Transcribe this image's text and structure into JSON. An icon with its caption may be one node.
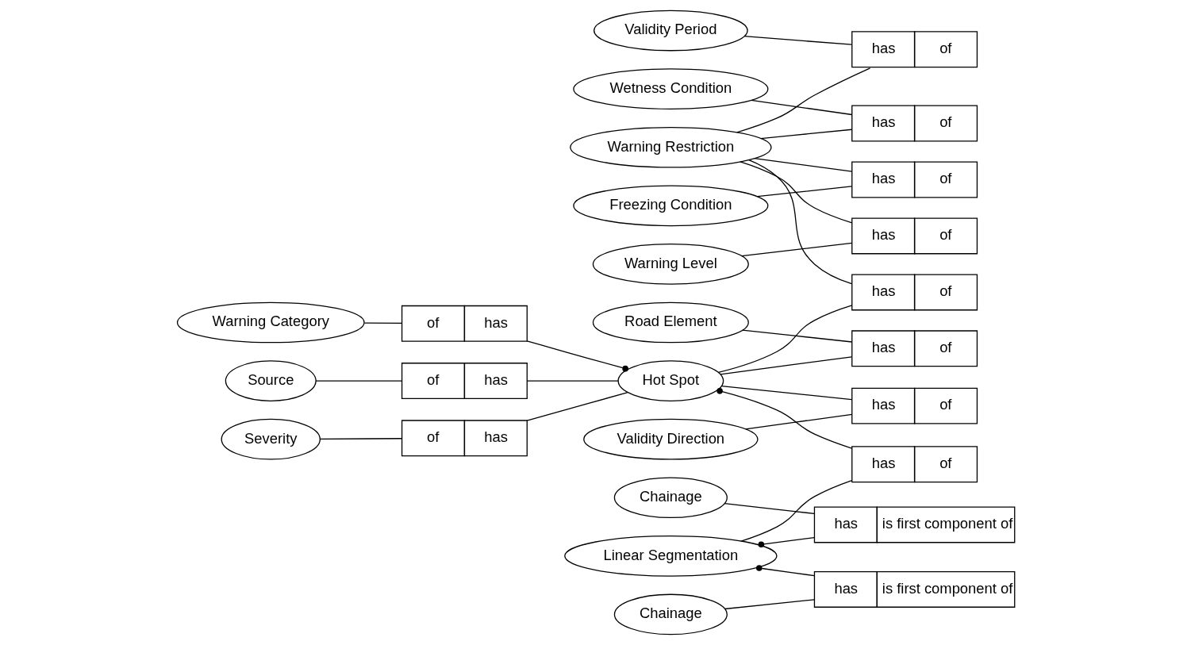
{
  "diagram": {
    "nodes": [
      {
        "text": [
          "Road Element"
        ]
      },
      {
        "text": [
          "Warning Category"
        ]
      },
      {
        "text": [
          "of",
          "has"
        ]
      },
      {
        "text": [
          "has",
          "of"
        ]
      },
      {
        "text": [
          "has",
          "of"
        ]
      },
      {
        "text": [
          "Warning Restriction"
        ]
      },
      {
        "text": [
          "has",
          "of"
        ]
      },
      {
        "text": [
          "Validity Period"
        ]
      },
      {
        "text": [
          "has",
          "of"
        ]
      },
      {
        "text": [
          "Wetness Condition"
        ]
      },
      {
        "text": [
          "has",
          "of"
        ]
      },
      {
        "text": [
          "Freezing Condition"
        ]
      },
      {
        "text": [
          "has",
          "of"
        ]
      },
      {
        "text": [
          "Warning Level"
        ]
      },
      {
        "text": [
          "Source"
        ]
      },
      {
        "text": [
          "of",
          "has"
        ]
      },
      {
        "text": [
          "Hot Spot"
        ]
      },
      {
        "text": [
          "has",
          "of"
        ]
      },
      {
        "text": [
          "Validity Direction"
        ]
      },
      {
        "text": [
          "Severity"
        ]
      },
      {
        "text": [
          "of",
          "has"
        ]
      },
      {
        "text": [
          "has",
          "of"
        ]
      },
      {
        "text": [
          "Linear Segmentation"
        ]
      },
      {
        "text": [
          "has",
          "is first component of"
        ]
      },
      {
        "text": [
          "Chainage"
        ]
      },
      {
        "text": [
          "has",
          "is first component of"
        ]
      },
      {
        "text": [
          "Chainage"
        ]
      }
    ],
    "edges": [
      {
        "from": 1,
        "to": 2,
        "arrow": "none"
      },
      {
        "from": 16,
        "to": 2,
        "arrow": "other"
      },
      {
        "from": 0,
        "to": 3,
        "arrow": "none"
      },
      {
        "from": 16,
        "to": 3,
        "arrow": "none"
      },
      {
        "from": 16,
        "to": 4,
        "arrow": "none"
      },
      {
        "from": 5,
        "to": 4,
        "arrow": "none"
      },
      {
        "from": 5,
        "to": 6,
        "arrow": "none"
      },
      {
        "from": 7,
        "to": 6,
        "arrow": "none"
      },
      {
        "from": 5,
        "to": 8,
        "arrow": "none"
      },
      {
        "from": 9,
        "to": 8,
        "arrow": "none"
      },
      {
        "from": 5,
        "to": 10,
        "arrow": "none"
      },
      {
        "from": 11,
        "to": 10,
        "arrow": "none"
      },
      {
        "from": 5,
        "to": 12,
        "arrow": "none"
      },
      {
        "from": 13,
        "to": 12,
        "arrow": "none"
      },
      {
        "from": 14,
        "to": 15,
        "arrow": "none"
      },
      {
        "from": 16,
        "to": 15,
        "arrow": "none"
      },
      {
        "from": 16,
        "to": 17,
        "arrow": "none"
      },
      {
        "from": 18,
        "to": 17,
        "arrow": "none"
      },
      {
        "from": 19,
        "to": 20,
        "arrow": "none"
      },
      {
        "from": 16,
        "to": 20,
        "arrow": "none"
      },
      {
        "from": 16,
        "to": 21,
        "arrow": "other"
      },
      {
        "from": 22,
        "to": 21,
        "arrow": "none"
      },
      {
        "from": 22,
        "to": 23,
        "arrow": "other"
      },
      {
        "from": 24,
        "to": 23,
        "arrow": "none"
      },
      {
        "from": 22,
        "to": 25,
        "arrow": "other"
      },
      {
        "from": 26,
        "to": 25,
        "arrow": "none"
      }
    ]
  }
}
